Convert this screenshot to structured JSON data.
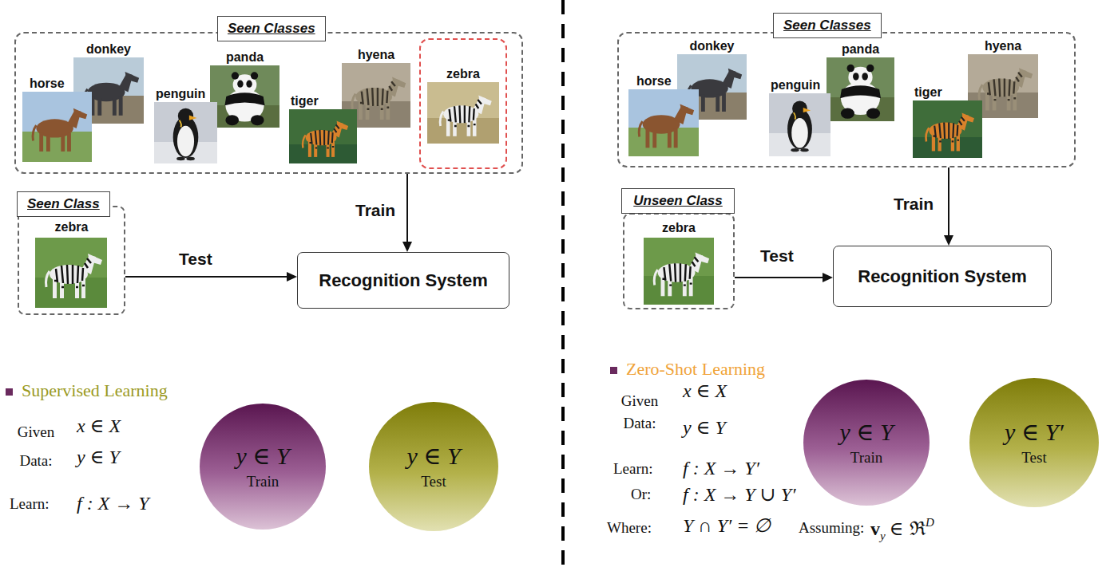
{
  "diagram": {
    "nodes": [
      {
        "text": [
          "Seen Classes"
        ]
      },
      {
        "text": [
          "horse"
        ],
        "in": 0
      },
      {
        "text": [
          "donkey"
        ],
        "in": 0
      },
      {
        "text": [
          "penguin"
        ],
        "in": 0
      },
      {
        "text": [
          "panda"
        ],
        "in": 0
      },
      {
        "text": [
          "tiger"
        ],
        "in": 0
      },
      {
        "text": [
          "hyena"
        ],
        "in": 0
      },
      {
        "text": [
          "zebra"
        ],
        "in": 0
      },
      {
        "text": [
          "Seen Classes"
        ]
      },
      {
        "text": [
          "horse"
        ],
        "in": 8
      },
      {
        "text": [
          "donkey"
        ],
        "in": 8
      },
      {
        "text": [
          "penguin"
        ],
        "in": 8
      },
      {
        "text": [
          "panda"
        ],
        "in": 8
      },
      {
        "text": [
          "tiger"
        ],
        "in": 8
      },
      {
        "text": [
          "hyena"
        ],
        "in": 8
      },
      {
        "text": [
          "Seen Class",
          "zebra"
        ]
      },
      {
        "text": [
          "Recognition System"
        ]
      },
      {
        "text": [
          "Unseen Class",
          "zebra"
        ]
      },
      {
        "text": [
          "Recognition System"
        ]
      },
      {
        "text": [
          "y ∈ Y",
          "Train"
        ]
      },
      {
        "text": [
          "y ∈ Y",
          "Test"
        ]
      },
      {
        "text": [
          "y ∈ Y",
          "Train"
        ]
      },
      {
        "text": [
          "y ∈ Y′",
          "Test"
        ]
      }
    ],
    "edges": [
      {
        "from": 0,
        "to": 16,
        "label": "Train",
        "arrow": "to"
      },
      {
        "from": 15,
        "to": 16,
        "label": "Test",
        "arrow": "to"
      },
      {
        "from": 8,
        "to": 18,
        "label": "Train",
        "arrow": "to"
      },
      {
        "from": 17,
        "to": 18,
        "label": "Test",
        "arrow": "to"
      }
    ],
    "labels": [
      "Supervised Learning",
      "Given Data:",
      "x ∈ X",
      "y ∈ Y",
      "Learn:",
      "f : X → Y",
      "Zero-Shot Learning",
      "Given Data:",
      "x ∈ X",
      "y ∈ Y",
      "Learn:",
      "f : X → Y′",
      "Or:",
      "f : X → Y ∪ Y′",
      "Where:",
      "Y ∩ Y′ = ∅",
      "Assuming:",
      "v",
      "y",
      "∈ ℜ",
      "D"
    ]
  }
}
